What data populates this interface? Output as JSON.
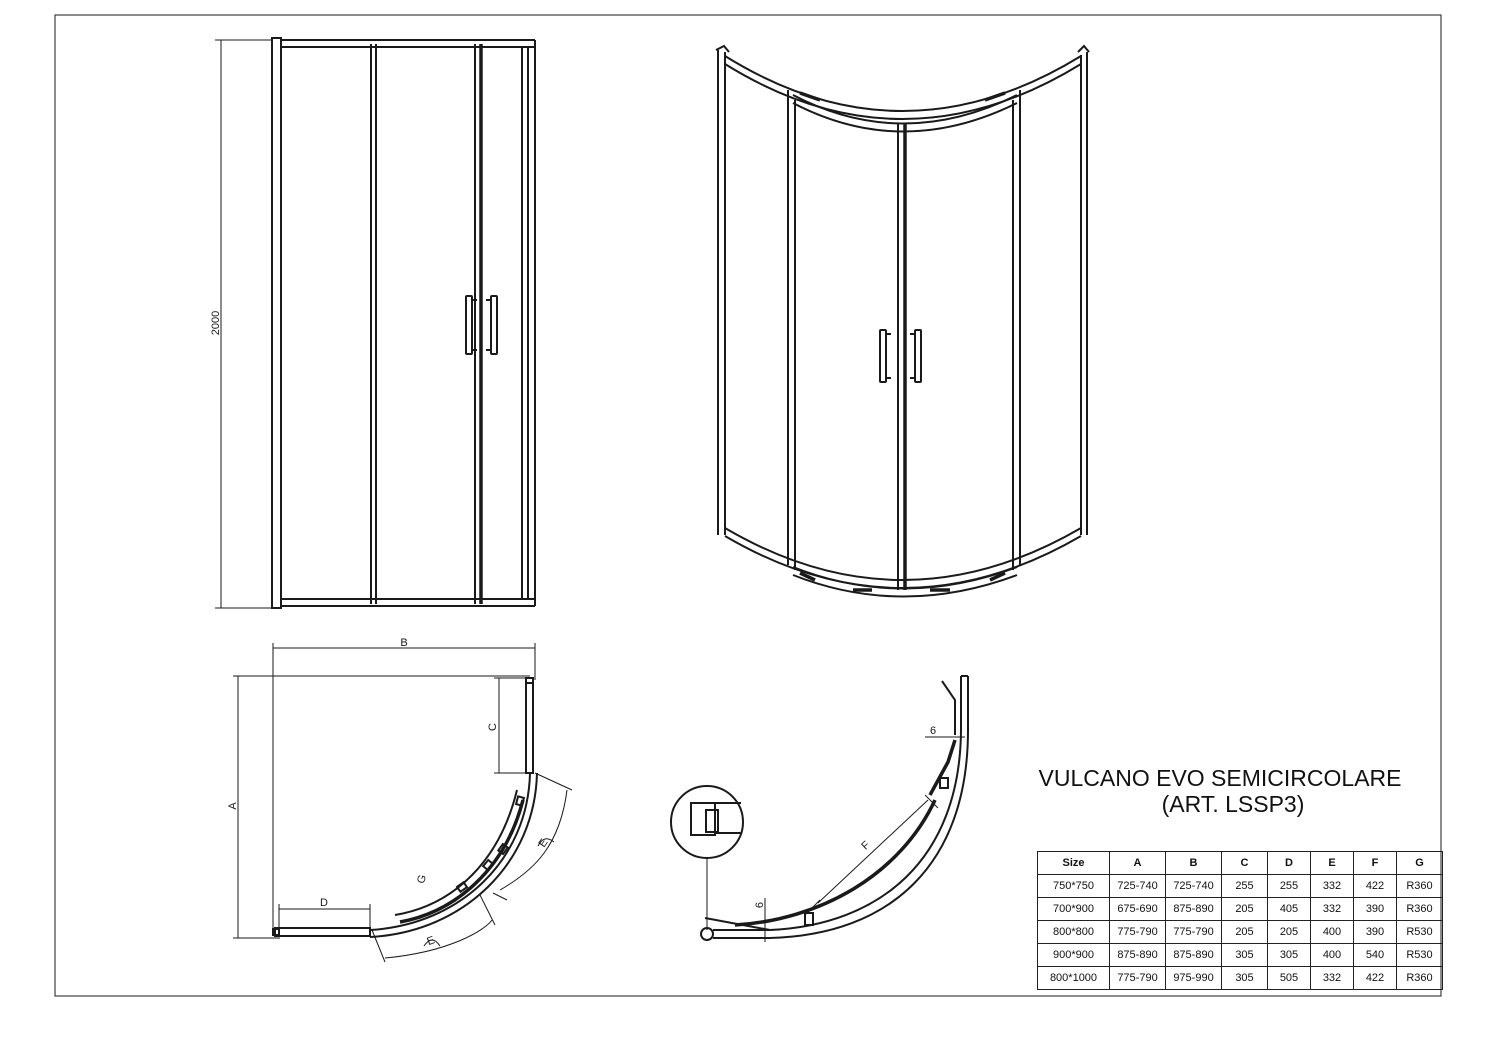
{
  "title": {
    "line1": "VULCANO EVO SEMICIRCOLARE",
    "line2": "(ART. LSSP3)"
  },
  "front_view": {
    "height_dim": "2000"
  },
  "plan_view": {
    "dims": {
      "b": "B",
      "a": "A",
      "c": "C",
      "d": "D",
      "e": "E",
      "g": "G"
    }
  },
  "detail_view": {
    "dims": {
      "f": "F",
      "six_top": "6",
      "six_bottom": "6"
    }
  },
  "spec_table": {
    "headers": [
      "Size",
      "A",
      "B",
      "C",
      "D",
      "E",
      "F",
      "G"
    ],
    "rows": [
      [
        "750*750",
        "725-740",
        "725-740",
        "255",
        "255",
        "332",
        "422",
        "R360"
      ],
      [
        "700*900",
        "675-690",
        "875-890",
        "205",
        "405",
        "332",
        "390",
        "R360"
      ],
      [
        "800*800",
        "775-790",
        "775-790",
        "205",
        "205",
        "400",
        "390",
        "R530"
      ],
      [
        "900*900",
        "875-890",
        "875-890",
        "305",
        "305",
        "400",
        "540",
        "R530"
      ],
      [
        "800*1000",
        "775-790",
        "975-990",
        "305",
        "505",
        "332",
        "422",
        "R360"
      ]
    ]
  }
}
